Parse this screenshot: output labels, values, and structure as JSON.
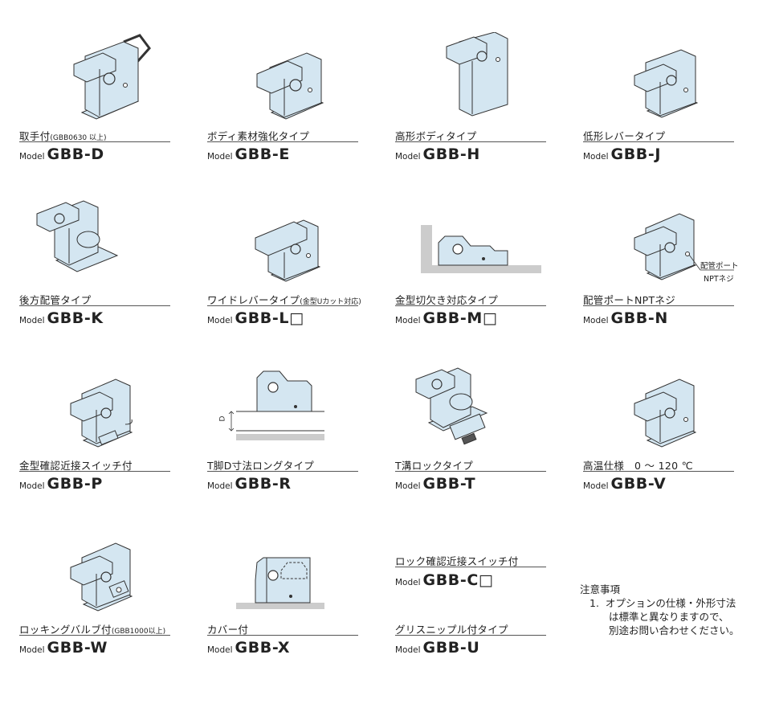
{
  "products": [
    {
      "desc": "取手付",
      "desc_small": "(GBB0630 以上)",
      "model_label": "Model",
      "model_code": "GBB-D"
    },
    {
      "desc": "ボディ素材強化タイプ",
      "desc_small": "",
      "model_label": "Model",
      "model_code": "GBB-E"
    },
    {
      "desc": "高形ボディタイプ",
      "desc_small": "",
      "model_label": "Model",
      "model_code": "GBB-H"
    },
    {
      "desc": "低形レバータイプ",
      "desc_small": "",
      "model_label": "Model",
      "model_code": "GBB-J"
    },
    {
      "desc": "後方配管タイプ",
      "desc_small": "",
      "model_label": "Model",
      "model_code": "GBB-K"
    },
    {
      "desc": "ワイドレバータイプ",
      "desc_small": "(金型Uカット対応)",
      "model_label": "Model",
      "model_code": "GBB-L□"
    },
    {
      "desc": "金型切欠き対応タイプ",
      "desc_small": "",
      "model_label": "Model",
      "model_code": "GBB-M□"
    },
    {
      "desc": "配管ポートNPTネジ",
      "desc_small": "",
      "model_label": "Model",
      "model_code": "GBB-N"
    },
    {
      "desc": "金型確認近接スイッチ付",
      "desc_small": "",
      "model_label": "Model",
      "model_code": "GBB-P"
    },
    {
      "desc": "T脚D寸法ロングタイプ",
      "desc_small": "",
      "model_label": "Model",
      "model_code": "GBB-R"
    },
    {
      "desc": "T溝ロックタイプ",
      "desc_small": "",
      "model_label": "Model",
      "model_code": "GBB-T"
    },
    {
      "desc": "高温仕様　0 ～ 120 ℃",
      "desc_small": "",
      "model_label": "Model",
      "model_code": "GBB-V"
    },
    {
      "desc": "ロッキングバルブ付",
      "desc_small": "(GBB1000以上)",
      "model_label": "Model",
      "model_code": "GBB-W"
    },
    {
      "desc": "カバー付",
      "desc_small": "",
      "model_label": "Model",
      "model_code": "GBB-X"
    },
    {
      "desc": "ロック確認近接スイッチ付",
      "desc_small": "",
      "model_label": "Model",
      "model_code": "GBB-C□"
    },
    {
      "desc": "グリスニップル付タイプ",
      "desc_small": "",
      "model_label": "Model",
      "model_code": "GBB-U"
    }
  ],
  "callouts": {
    "port_label": "配管ポート",
    "port_thread": "NPTネジ",
    "dim_d": "D"
  },
  "notes": {
    "title": "注意事項",
    "item_no": "1.",
    "lines": [
      "オプションの仕様・外形寸法",
      "は標準と異なりますので、",
      "別途お問い合わせください。"
    ]
  },
  "colors": {
    "body": "#d4e6f1",
    "outline": "#333333",
    "base": "#cccccc"
  }
}
